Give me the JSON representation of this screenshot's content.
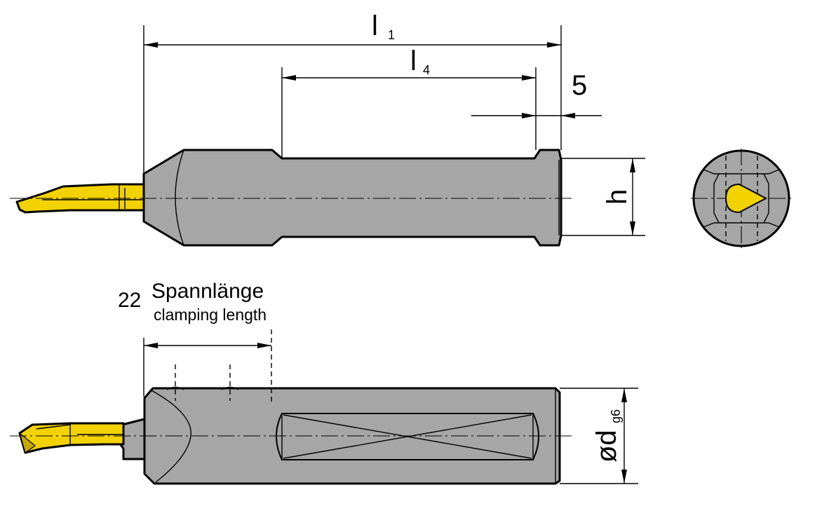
{
  "colors": {
    "body": "#a6a6a6",
    "insert": "#f2d200",
    "insert_dark": "#c9a800",
    "line": "#000000",
    "background": "#ffffff"
  },
  "labels": {
    "l1": "l",
    "l1_sub": "1",
    "l4": "l",
    "l4_sub": "4",
    "five": "5",
    "h": "h",
    "clamp_number": "22",
    "clamp_de": "Spannlänge",
    "clamp_en": "clamping length",
    "d": "ød",
    "d_sub": "g6"
  }
}
